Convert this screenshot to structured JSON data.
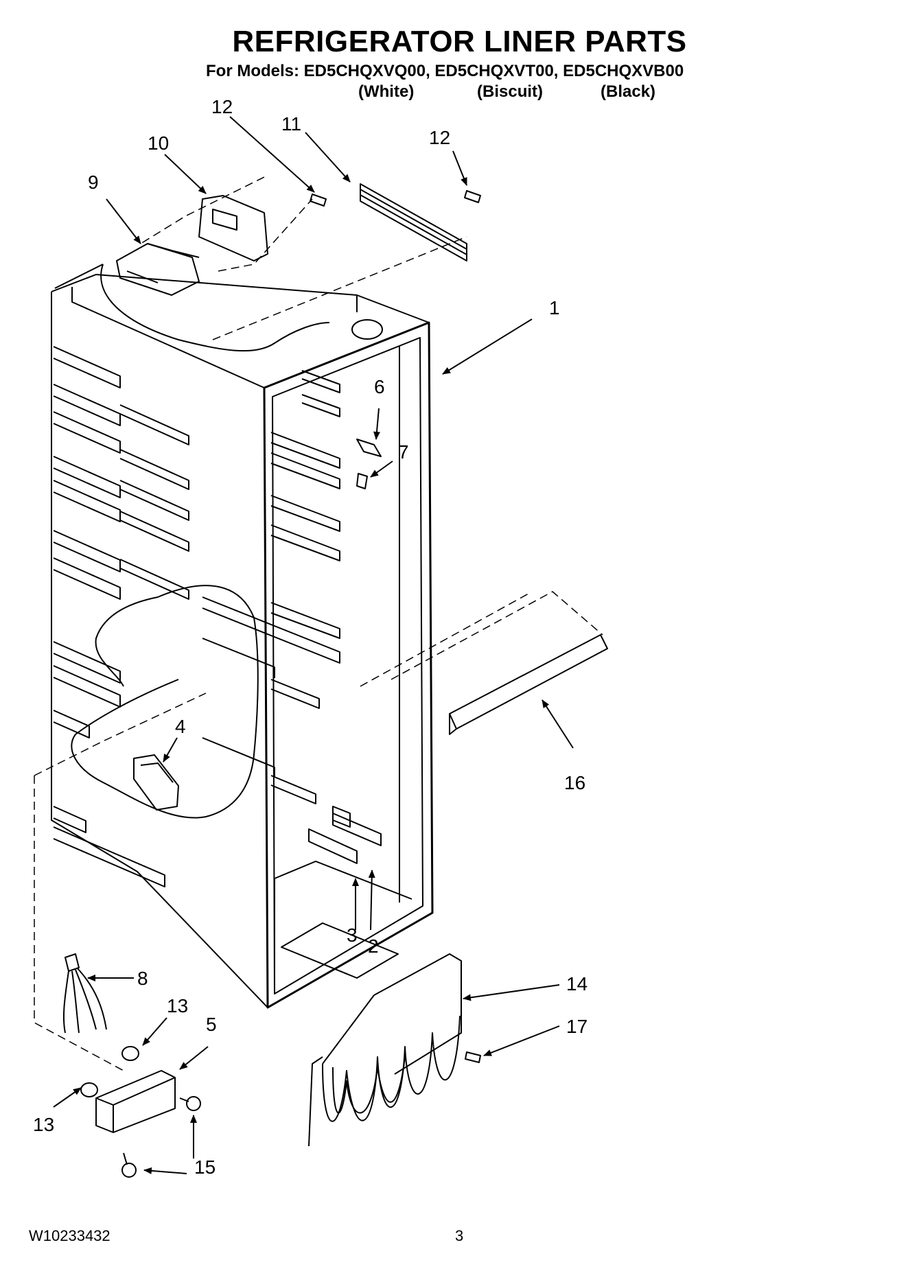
{
  "header": {
    "title": "REFRIGERATOR LINER PARTS",
    "models_line": "For Models: ED5CHQXVQ00, ED5CHQXVT00, ED5CHQXVB00",
    "colors": [
      "(White)",
      "(Biscuit)",
      "(Black)"
    ]
  },
  "callouts": {
    "c1": "1",
    "c2": "2",
    "c3": "3",
    "c4": "4",
    "c5": "5",
    "c6": "6",
    "c7": "7",
    "c8": "8",
    "c9": "9",
    "c10": "10",
    "c11": "11",
    "c12a": "12",
    "c12b": "12",
    "c13a": "13",
    "c13b": "13",
    "c14": "14",
    "c15": "15",
    "c16": "16",
    "c17": "17"
  },
  "footer": {
    "doc_number": "W10233432",
    "page_number": "3"
  }
}
